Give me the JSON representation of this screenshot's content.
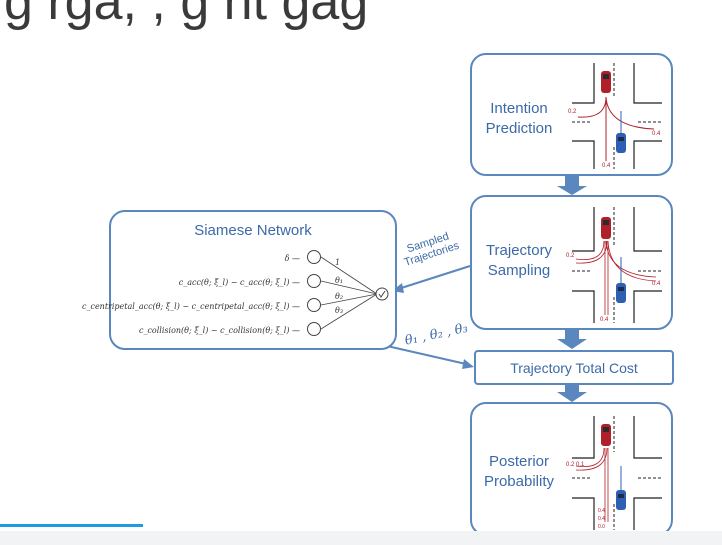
{
  "heading_fragment": "g    rga, ,            g         nt          gag",
  "siamese": {
    "title": "Siamese Network",
    "rows": [
      {
        "formula": "δ —",
        "weight": "1"
      },
      {
        "formula": "c_acc(θ; ξ̃_l) − c_acc(θ; ξ_l) —",
        "weight": "θ₁"
      },
      {
        "formula": "c_centripetal_acc(θ; ξ̃_l) − c_centripetal_acc(θ; ξ_l) —",
        "weight": "θ₂"
      },
      {
        "formula": "c_collision(θ; ξ̃_l) − c_collision(θ; ξ_l) —",
        "weight": "θ₃"
      }
    ]
  },
  "stages": {
    "intention": {
      "label_line1": "Intention",
      "label_line2": "Prediction"
    },
    "sampling": {
      "label_line1": "Trajectory",
      "label_line2": "Sampling"
    },
    "total_cost": {
      "label": "Trajectory Total Cost"
    },
    "posterior": {
      "label_line1": "Posterior",
      "label_line2": "Probability"
    }
  },
  "arrows": {
    "sampled_line1": "Sampled",
    "sampled_line2": "Trajectories",
    "thetas": "θ₁ , θ₂ , θ₃"
  },
  "scene_labels": {
    "intention": [
      "0.2",
      "0.4",
      "0.4"
    ],
    "sampling": [
      "0.2",
      "0.4",
      "0.4"
    ],
    "posterior": [
      "0.2 0.1",
      "0.4",
      "0.4",
      "0.0"
    ]
  },
  "colors": {
    "box_border": "#5b87bf",
    "box_text": "#3c6aa8",
    "flow_arrow": "#5b87bf",
    "red_car": "#b0202a",
    "blue_car": "#2f5fb3",
    "footer_accent": "#1f9bde"
  }
}
